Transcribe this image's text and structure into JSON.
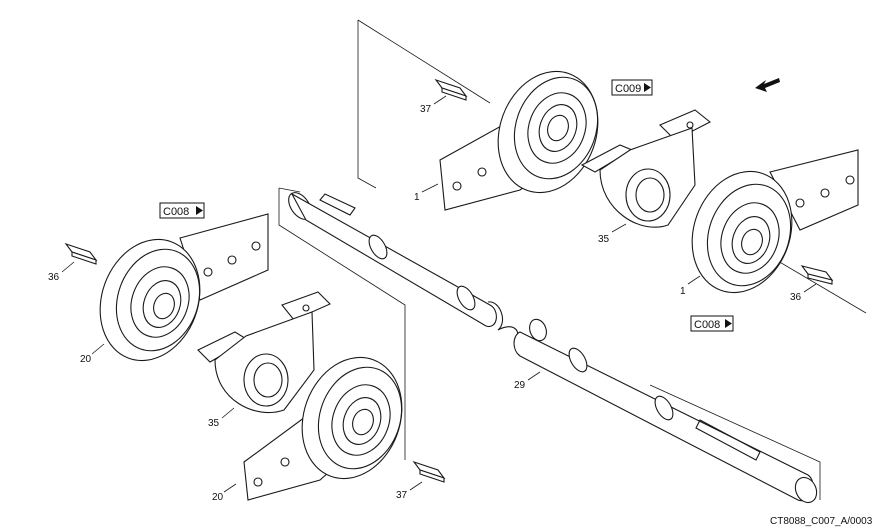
{
  "drawing_code": "CT8088_C007_A/0003",
  "references": {
    "top": "C009",
    "left": "C008",
    "right": "C008"
  },
  "callouts": {
    "p37_top": "37",
    "p1_top": "1",
    "p35_top": "35",
    "p1_right": "1",
    "p36_right": "36",
    "p36_left": "36",
    "p20_left": "20",
    "p35_left": "35",
    "p20_bottom": "20",
    "p37_bottom": "37",
    "p29": "29"
  }
}
